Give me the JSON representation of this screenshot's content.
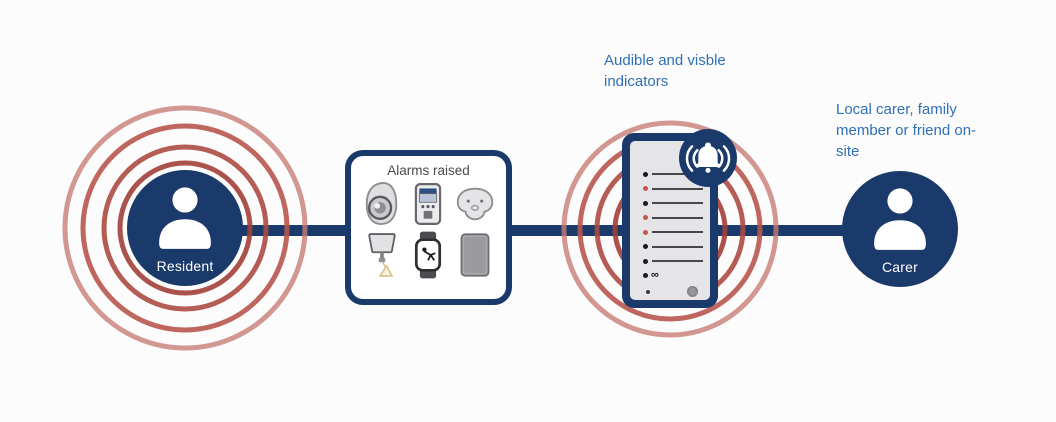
{
  "colors": {
    "navy": "#1b3a6c",
    "label_blue": "#2f70b6",
    "title_gray": "#4a4a4c",
    "ring_1": "#a23f38",
    "ring_2": "#ad4a43",
    "ring_3": "#b8564e",
    "ring_4": "#c77d74",
    "panel_face": "#e5e5e7",
    "row_line": "#47474a",
    "dot_black": "#19191b",
    "dot_red": "#c4574e",
    "button_gray": "#96969a"
  },
  "resident": {
    "label": "Resident",
    "icon": "person-icon"
  },
  "carer": {
    "label": "Carer",
    "icon": "person-icon",
    "caption": "Local carer, family member or friend on-site"
  },
  "alarms_box": {
    "title": "Alarms raised",
    "devices": [
      {
        "name": "pendant-alarm-icon"
      },
      {
        "name": "home-unit-icon"
      },
      {
        "name": "smoke-detector-icon"
      },
      {
        "name": "pull-cord-icon"
      },
      {
        "name": "fall-detector-watch-icon"
      },
      {
        "name": "tablet-icon"
      }
    ]
  },
  "indicator_panel": {
    "caption": "Audible and visble indicators",
    "bell_icon": "alarm-bell-icon",
    "rows": [
      {
        "dot": "black",
        "line": true
      },
      {
        "dot": "red",
        "line": true
      },
      {
        "dot": "black",
        "line": true
      },
      {
        "dot": "red",
        "line": true
      },
      {
        "dot": "red",
        "line": true
      },
      {
        "dot": "black",
        "line": true
      },
      {
        "dot": "black",
        "line": true
      },
      {
        "dot": "black",
        "line": false,
        "icon": "spectacles-icon"
      }
    ]
  }
}
